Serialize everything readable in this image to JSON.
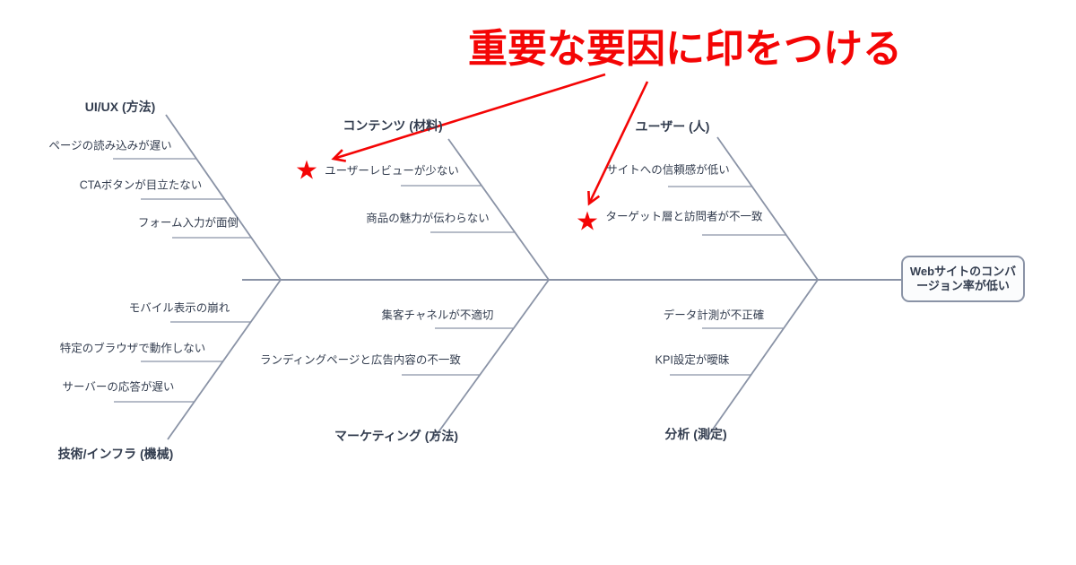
{
  "annotation": {
    "title": "重要な要因に印をつける"
  },
  "icons": {
    "star": "★"
  },
  "colors": {
    "line": "#8a93a6",
    "text": "#333d4f",
    "accent_red": "#f40505",
    "head_fill": "#fbfcfd",
    "background": "#ffffff"
  },
  "diagram": {
    "type": "fishbone",
    "head": {
      "label": "Webサイトのコンバージョン率が低い"
    },
    "branches": [
      {
        "id": "uiux",
        "position": "top-left",
        "label": "UI/UX (方法)",
        "causes": [
          {
            "label": "ページの読み込みが遅い",
            "marked": false
          },
          {
            "label": "CTAボタンが目立たない",
            "marked": false
          },
          {
            "label": "フォーム入力が面倒",
            "marked": false
          }
        ]
      },
      {
        "id": "content",
        "position": "top-middle",
        "label": "コンテンツ (材料)",
        "causes": [
          {
            "label": "ユーザーレビューが少ない",
            "marked": true
          },
          {
            "label": "商品の魅力が伝わらない",
            "marked": false
          }
        ]
      },
      {
        "id": "user",
        "position": "top-right",
        "label": "ユーザー (人)",
        "causes": [
          {
            "label": "サイトへの信頼感が低い",
            "marked": false
          },
          {
            "label": "ターゲット層と訪問者が不一致",
            "marked": true
          }
        ]
      },
      {
        "id": "tech",
        "position": "bottom-left",
        "label": "技術/インフラ (機械)",
        "causes": [
          {
            "label": "モバイル表示の崩れ",
            "marked": false
          },
          {
            "label": "特定のブラウザで動作しない",
            "marked": false
          },
          {
            "label": "サーバーの応答が遅い",
            "marked": false
          }
        ]
      },
      {
        "id": "marketing",
        "position": "bottom-middle",
        "label": "マーケティング (方法)",
        "causes": [
          {
            "label": "集客チャネルが不適切",
            "marked": false
          },
          {
            "label": "ランディングページと広告内容の不一致",
            "marked": false
          }
        ]
      },
      {
        "id": "analysis",
        "position": "bottom-right",
        "label": "分析 (測定)",
        "causes": [
          {
            "label": "データ計測が不正確",
            "marked": false
          },
          {
            "label": "KPI設定が曖昧",
            "marked": false
          }
        ]
      }
    ]
  }
}
